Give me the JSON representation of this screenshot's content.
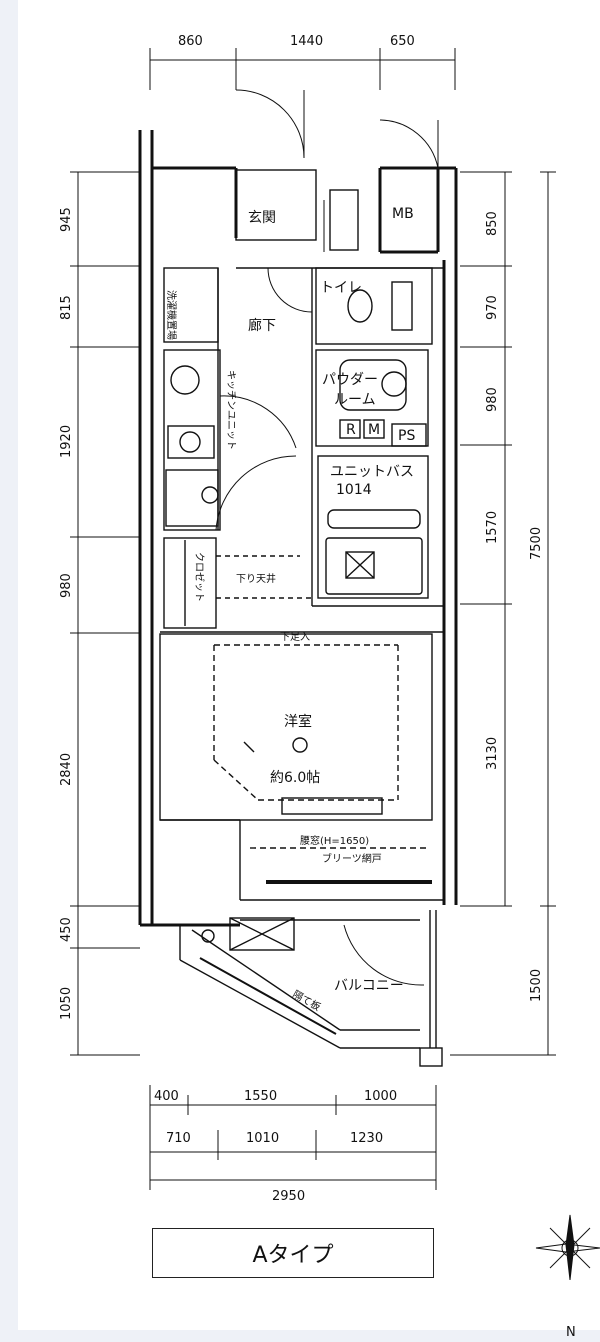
{
  "dimensions": {
    "top": [
      "860",
      "1440",
      "650"
    ],
    "left": [
      "945",
      "815",
      "1920",
      "980",
      "2840",
      "450",
      "1050"
    ],
    "right": [
      "850",
      "970",
      "980",
      "1570",
      "3130"
    ],
    "right_total": "7500",
    "right_balcony": "1500",
    "bottom_row1": [
      "400",
      "1550",
      "1000"
    ],
    "bottom_row2": [
      "710",
      "1010",
      "1230"
    ],
    "bottom_total": "2950"
  },
  "rooms": {
    "entrance": "玄関",
    "mb": "MB",
    "toilet": "トイレ",
    "hallway": "廊下",
    "kitchen": "キッチンユニット",
    "powder": "パウダー",
    "powder2": "ルーム",
    "r": "R",
    "m": "M",
    "ps": "PS",
    "unit_bath": "ユニットバス",
    "unit_bath_size": "1014",
    "closet": "クロゼット",
    "western_room": "洋室",
    "area": "約6.0帖",
    "balcony": "バルコニー",
    "washer": "洗濯機置場",
    "shoe": "下足入",
    "ceiling_drop": "下り天井",
    "window_note1": "腰窓(H=1650)",
    "window_note2": "ブリーツ網戸",
    "partition": "隔て板"
  },
  "compass_label": "N",
  "type_label": "Aタイプ"
}
